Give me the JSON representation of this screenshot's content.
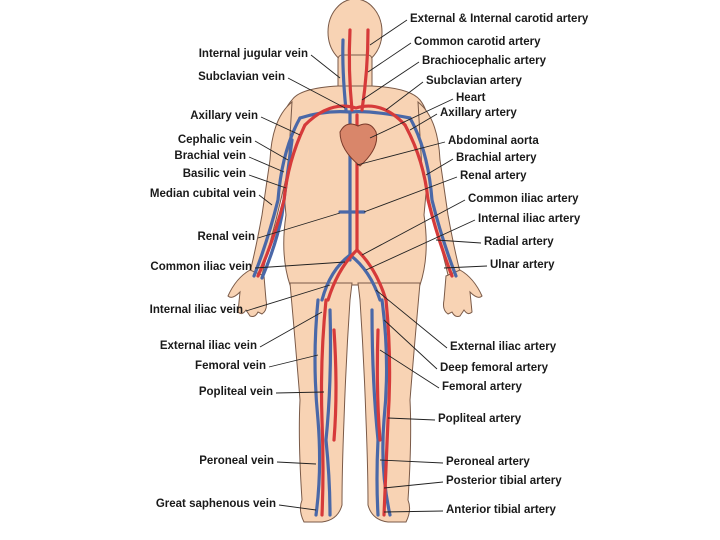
{
  "colors": {
    "skin": "#f8d3b4",
    "skin_outline": "#7a5a48",
    "artery": "#d63a3a",
    "vein": "#4a68a8",
    "heart": "#d9866a",
    "leader": "#222222"
  },
  "labels_left": [
    "Internal jugular vein",
    "Subclavian vein",
    "Axillary vein",
    "Cephalic vein",
    "Brachial vein",
    "Basilic vein",
    "Median cubital vein",
    "Renal vein",
    "Common iliac vein",
    "Internal iliac vein",
    "External iliac vein",
    "Femoral vein",
    "Popliteal vein",
    "Peroneal vein",
    "Great saphenous vein"
  ],
  "labels_right": [
    "External & Internal carotid artery",
    "Common carotid artery",
    "Brachiocephalic artery",
    "Subclavian artery",
    "Heart",
    "Axillary artery",
    "Abdominal aorta",
    "Brachial artery",
    "Renal artery",
    "Common iliac artery",
    "Internal iliac artery",
    "Radial artery",
    "Ulnar artery",
    "External iliac artery",
    "Deep femoral artery",
    "Femoral artery",
    "Popliteal artery",
    "Peroneal artery",
    "Posterior tibial artery",
    "Anterior tibial artery"
  ]
}
